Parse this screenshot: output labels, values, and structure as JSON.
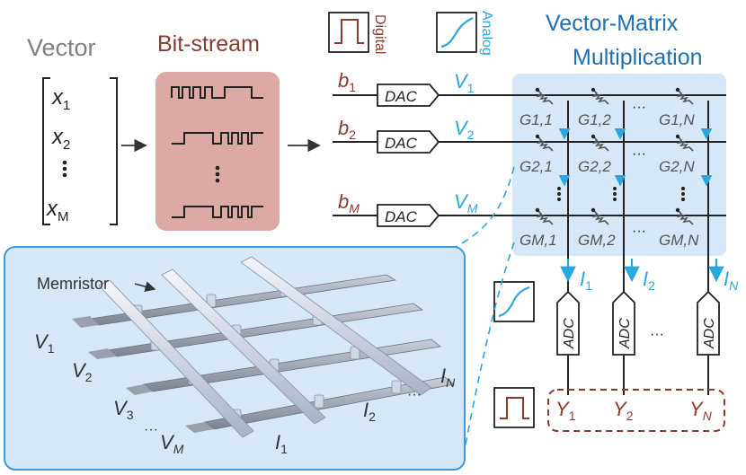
{
  "titles": {
    "vector": "Vector",
    "bitstream": "Bit-stream",
    "vmm_line1": "Vector-Matrix",
    "vmm_line2": "Multiplication",
    "digital": "Digital",
    "analog": "Analog"
  },
  "vector": {
    "x1": "x",
    "x1_sub": "1",
    "x2": "x",
    "x2_sub": "2",
    "xm": "x",
    "xm_sub": "M"
  },
  "rows": [
    {
      "b": "b",
      "b_sub": "1",
      "dac": "DAC",
      "v": "V",
      "v_sub": "1"
    },
    {
      "b": "b",
      "b_sub": "2",
      "dac": "DAC",
      "v": "V",
      "v_sub": "2"
    },
    {
      "b": "b",
      "b_sub": "M",
      "dac": "DAC",
      "v": "V",
      "v_sub": "M"
    }
  ],
  "conductances": {
    "row1": [
      "G1,1",
      "G1,2",
      "G1,N"
    ],
    "row2": [
      "G2,1",
      "G2,2",
      "G2,N"
    ],
    "rowM": [
      "GM,1",
      "GM,2",
      "GM,N"
    ],
    "ellipsis": "···"
  },
  "currents": {
    "i1": "I",
    "i1_sub": "1",
    "i2": "I",
    "i2_sub": "2",
    "in": "I",
    "in_sub": "N"
  },
  "adc": {
    "label": "ADC",
    "ellipsis": "···"
  },
  "outputs": {
    "y1": "Y",
    "y1_sub": "1",
    "y2": "Y",
    "y2_sub": "2",
    "yn": "Y",
    "yn_sub": "N"
  },
  "crossbar": {
    "memristor": "Memristor",
    "v1": "V",
    "v1_sub": "1",
    "v2": "V",
    "v2_sub": "2",
    "v3": "V",
    "v3_sub": "3",
    "vm": "V",
    "vm_sub": "M",
    "i1": "I",
    "i1_sub": "1",
    "i2": "I",
    "i2_sub": "2",
    "in": "I",
    "in_sub": "N",
    "ellipsis": "···"
  },
  "colors": {
    "digital": "#8b3a2e",
    "analog": "#29a8df",
    "vmm_title": "#1e6fb4",
    "bitstream_box": "#dda9a5",
    "panel": "#d6e8f8"
  }
}
